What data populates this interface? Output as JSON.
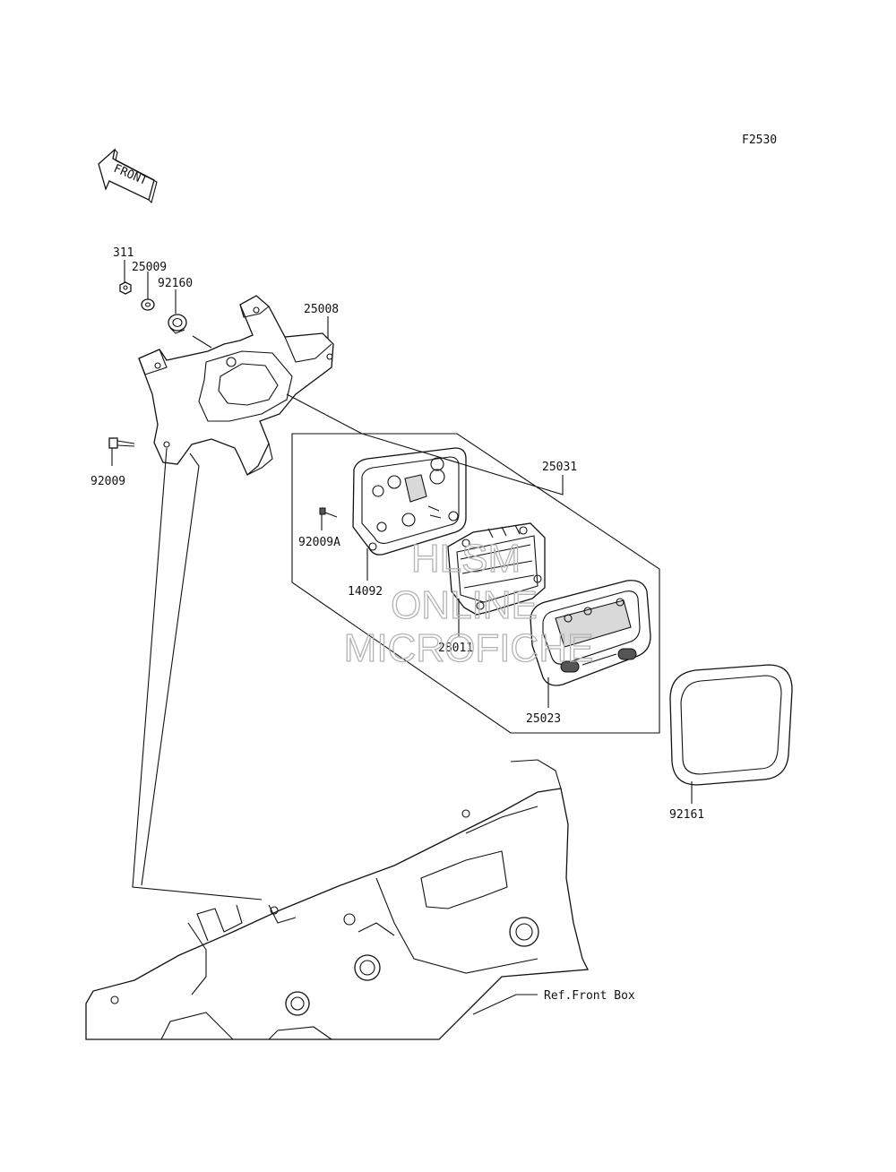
{
  "diagram": {
    "figure_code": "F2530",
    "front_arrow_label": "FRONT",
    "parts": [
      {
        "id": "311"
      },
      {
        "id": "25009"
      },
      {
        "id": "92160"
      },
      {
        "id": "25008"
      },
      {
        "id": "92009"
      },
      {
        "id": "25031"
      },
      {
        "id": "92009A"
      },
      {
        "id": "14092"
      },
      {
        "id": "28011"
      },
      {
        "id": "25023"
      },
      {
        "id": "92161"
      }
    ],
    "reference_label": "Ref.Front Box",
    "watermark": [
      "HLSM",
      "ONLINE",
      "MICROFICHE"
    ]
  }
}
